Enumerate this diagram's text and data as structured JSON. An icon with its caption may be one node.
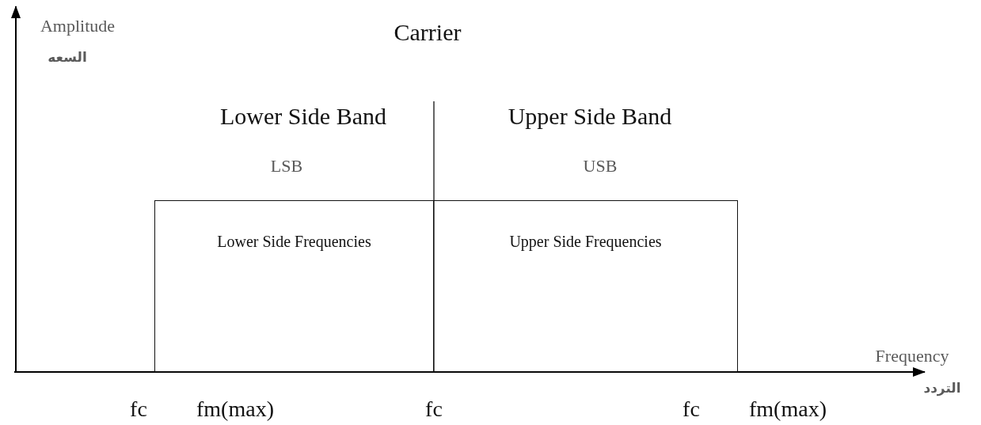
{
  "diagram": {
    "nodes": [
      {
        "text": [
          "Lower Side Frequencies"
        ]
      },
      {
        "text": [
          "Upper Side Frequencies"
        ]
      }
    ],
    "labels": [
      "Amplitude",
      "السعه",
      "Carrier",
      "Lower Side Band",
      "Upper Side Band",
      "LSB",
      "USB",
      "Frequency",
      "التردد",
      "fc",
      "fm(max)",
      "fc",
      "fc",
      "fm(max)"
    ]
  }
}
